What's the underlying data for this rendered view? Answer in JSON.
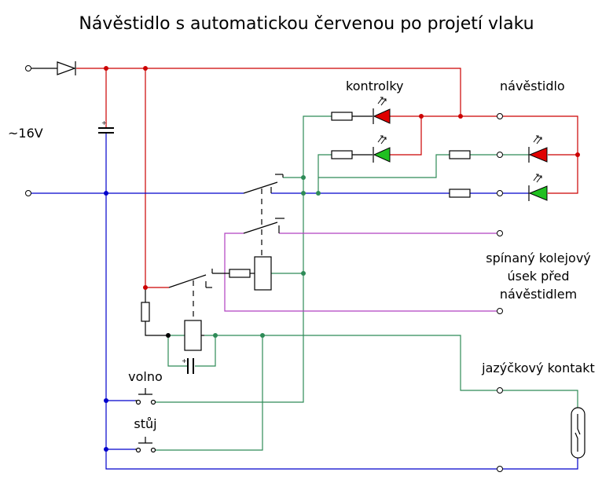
{
  "title": "Návěstidlo s automatickou červenou po projetí vlaku",
  "labels": {
    "supply": "~16V",
    "indicators": "kontrolky",
    "signal": "návěstidlo",
    "track_line1": "spínaný kolejový",
    "track_line2": "úsek před",
    "track_line3": "návěstidlem",
    "reed": "jazýčkový kontakt",
    "free_button": "volno",
    "stop_button": "stůj"
  },
  "colors": {
    "red_wire": "#cc0000",
    "blue_wire": "#0000cc",
    "green_wire": "#2e8b57",
    "magenta_wire": "#b040c0",
    "red_led": "#e00000",
    "green_led": "#20c020",
    "black": "#000000"
  },
  "icons": {
    "diode": "diode-icon",
    "capacitor": "capacitor-icon",
    "led": "led-icon",
    "relay": "relay-coil-icon",
    "reed": "reed-switch-icon",
    "push_button": "push-button-icon",
    "terminal": "terminal-icon"
  }
}
